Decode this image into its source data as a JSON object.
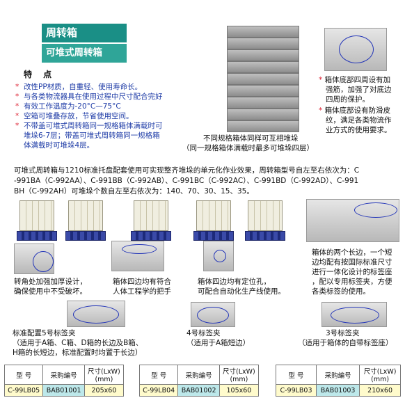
{
  "header": {
    "title": "周转箱",
    "subtitle": "可堆式周转箱"
  },
  "features": {
    "title": "特  点",
    "items": [
      {
        "line1": "改性PP材质，自重轻、使用寿命长。"
      },
      {
        "line1": "与各类物流器具在使用过程中尺寸配合完好"
      },
      {
        "line1": "有效工作温度为-20°C—75°C"
      },
      {
        "line1": "空箱可堆叠存放，节省使用空间。"
      },
      {
        "line1": "不带盖可堆式周转箱同一规格箱体满载时可",
        "line2": "堆垛6-7层；带盖可堆式周转箱同一规格箱",
        "line3": "体满载时可堆垛4层。"
      }
    ]
  },
  "stack_caption": {
    "line1": "不同规格箱体同样可互相堆垛",
    "line2": "（同一规格箱体满载时最多可堆垛四层）"
  },
  "bottom_notes": [
    {
      "line1": "箱体底部四周设有加",
      "line2": "强筋，加强了对底边",
      "line3": "四周的保护。"
    },
    {
      "line1": "箱体底部设有防滑皮",
      "line2": "纹，满足各类物流作",
      "line3": "业方式的使用要求。"
    }
  ],
  "intro": {
    "line1": "可堆式周转箱与1210标准托盘配套使用可实现整齐堆垛的单元化作业效果，周转箱型号自左至右依次为：C",
    "line2": "-991BA（C-992AA）、C-991BB（C-992AB）、C-991BC（C-992AC）、C-991BD（C-992AD）、C-991",
    "line3": "BH（C-992AH）可堆垛个数自左至右依次为：140、70、30、15、35。"
  },
  "features2": [
    {
      "line1": "转角处加强加厚设计，",
      "line2": "确保使用中不受破坏。"
    },
    {
      "line1": "箱体四边均有符合",
      "line2": "人体工程学的把手"
    },
    {
      "line1": "箱体四边均有定位孔，",
      "line2": "可配合自动化生产线使用。"
    },
    {
      "line1": "箱体的两个长边，一个短",
      "line2": "边均配有按国际标准尺寸",
      "line3": "进行一体化设计的标签座",
      "line4": "，配以专用标签夹，方便",
      "line5": "各类标签的使用。"
    }
  ],
  "labels": [
    {
      "title": "标准配置5号标签夹",
      "line1": "（适用于A箱、C箱、D箱的长边及B箱、",
      "line2": "H箱的长短边，标准配置时均置于长边）"
    },
    {
      "title": "4号标签夹",
      "line1": "（适用于A箱短边）"
    },
    {
      "title": "3号标签夹",
      "line1": "（适用于箱体的自带标签座）"
    }
  ],
  "table_header": {
    "model": "型  号",
    "code": "采购编号",
    "size": "尺寸(LxW)",
    "unit": "(mm)"
  },
  "tables": [
    {
      "model": "C-99LB05",
      "code": "BAB01001",
      "size": "205x60"
    },
    {
      "model": "C-99LB04",
      "code": "BAB01002",
      "size": "105x60"
    },
    {
      "model": "C-99LB03",
      "code": "BAB01003",
      "size": "210x60"
    }
  ],
  "colors": {
    "accent": "#1a8f86",
    "text_blue": "#1c3aa6",
    "bullet": "#d23333",
    "oval": "#2234b8"
  }
}
